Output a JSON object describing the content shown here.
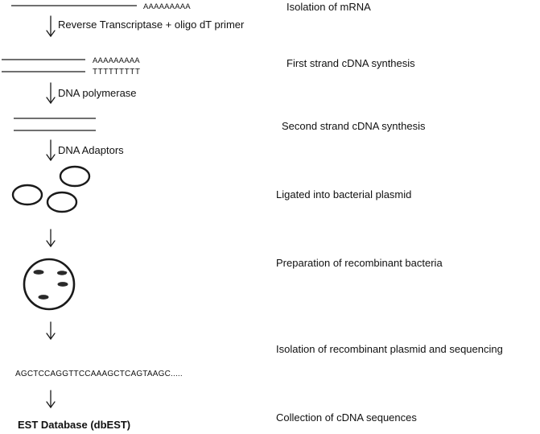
{
  "diagram": {
    "mrna": {
      "polyA": "AAAAAAAAA"
    },
    "step1": {
      "reagent": "Reverse Transcriptase + oligo dT primer"
    },
    "first_strand": {
      "polyA": "AAAAAAAAA",
      "oligo_dT": "TTTTTTTTT"
    },
    "step2": {
      "reagent": "DNA polymerase"
    },
    "step3": {
      "reagent": "DNA Adaptors"
    },
    "sequence": "AGCTCCAGGTTCCAAAGCTCAGTAAGC.....",
    "database": "EST Database (dbEST)"
  },
  "stages": [
    "Isolation of mRNA",
    "First strand cDNA synthesis",
    "Second strand cDNA synthesis",
    "Ligated into bacterial plasmid",
    "Preparation of recombinant bacteria",
    "Isolation of recombinant plasmid and sequencing",
    "Collection of cDNA sequences"
  ],
  "colors": {
    "stroke": "#1a1a1a",
    "text": "#111111",
    "insert": "#2a2a2a"
  }
}
